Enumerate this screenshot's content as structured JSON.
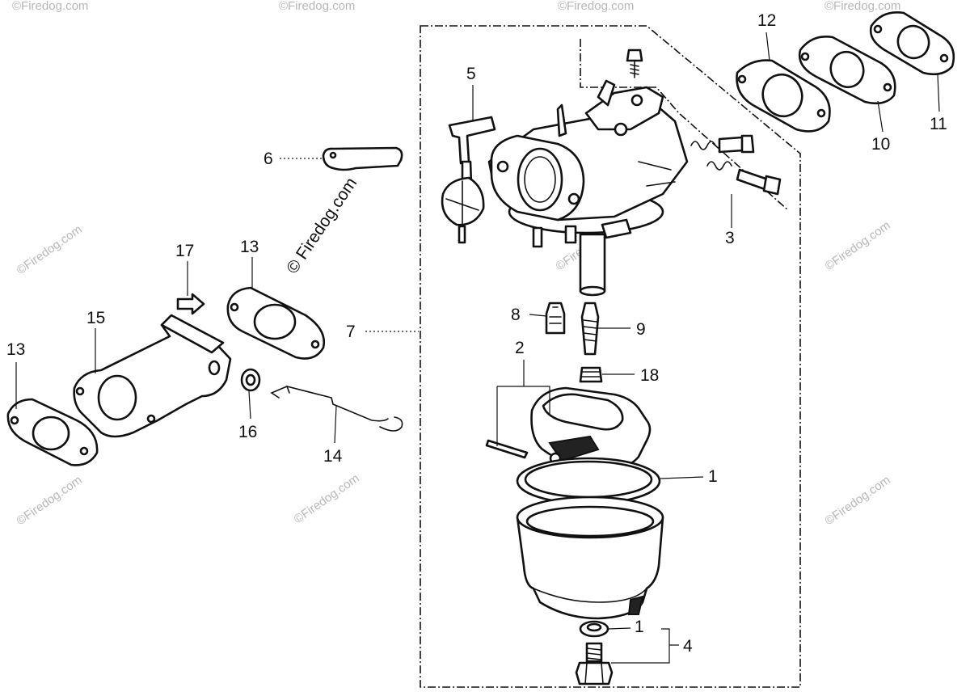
{
  "watermark": {
    "main": "© Firedog.com",
    "faint": "©Firedog.com"
  },
  "callouts": [
    {
      "id": "1a",
      "text": "1"
    },
    {
      "id": "1b",
      "text": "1"
    },
    {
      "id": "2",
      "text": "2"
    },
    {
      "id": "3",
      "text": "3"
    },
    {
      "id": "4",
      "text": "4"
    },
    {
      "id": "5",
      "text": "5"
    },
    {
      "id": "6",
      "text": "6"
    },
    {
      "id": "7",
      "text": "7"
    },
    {
      "id": "8",
      "text": "8"
    },
    {
      "id": "9",
      "text": "9"
    },
    {
      "id": "10",
      "text": "10"
    },
    {
      "id": "11",
      "text": "11"
    },
    {
      "id": "12",
      "text": "12"
    },
    {
      "id": "13a",
      "text": "13"
    },
    {
      "id": "13b",
      "text": "13"
    },
    {
      "id": "14",
      "text": "14"
    },
    {
      "id": "15",
      "text": "15"
    },
    {
      "id": "16",
      "text": "16"
    },
    {
      "id": "17",
      "text": "17"
    },
    {
      "id": "18",
      "text": "18"
    }
  ]
}
